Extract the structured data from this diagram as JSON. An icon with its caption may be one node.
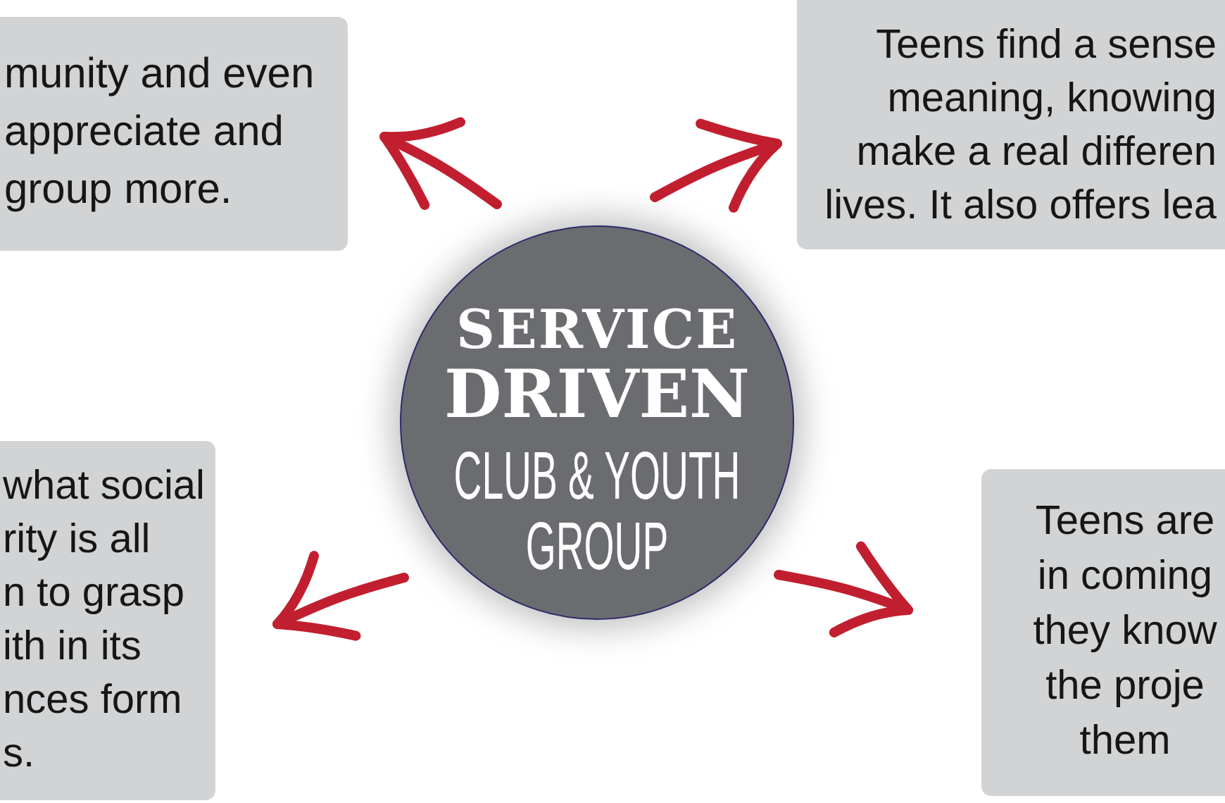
{
  "diagram": {
    "nodes": [
      {
        "text": [
          "munity and even appreciate and group more."
        ]
      },
      {
        "text": [
          "Teens find a sense meaning, knowing make a real differen lives. It also offers lea"
        ]
      },
      {
        "text": [
          "SERVICE DRIVEN",
          "CLUB & YOUTH GROUP"
        ]
      },
      {
        "text": [
          "what social rity is all n to grasp ith in its nces form s."
        ]
      },
      {
        "text": [
          "Teens are in coming they know the proje them"
        ]
      }
    ],
    "edges": [
      {
        "from": 2,
        "to": 0,
        "arrow": "to"
      },
      {
        "from": 2,
        "to": 1,
        "arrow": "to"
      },
      {
        "from": 2,
        "to": 3,
        "arrow": "to"
      },
      {
        "from": 2,
        "to": 4,
        "arrow": "to"
      }
    ]
  }
}
